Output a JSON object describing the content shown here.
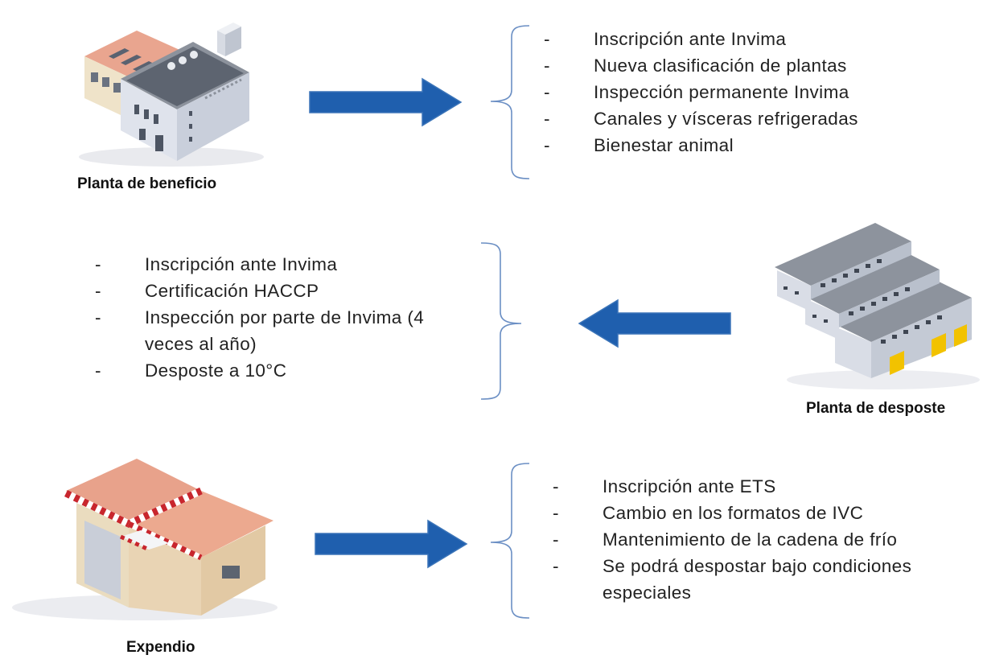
{
  "stages": [
    {
      "caption": "Planta de beneficio",
      "bullet": "-",
      "items": [
        "Inscripción ante Invima",
        "Nueva clasificación de plantas",
        "Inspección permanente Invima",
        "Canales y vísceras refrigeradas",
        "Bienestar animal"
      ]
    },
    {
      "caption": "Planta de desposte",
      "bullet": "-",
      "items": [
        "Inscripción ante Invima",
        "Certificación HACCP",
        "Inspección por parte de Invima (4 veces al año)",
        "Desposte a 10°C"
      ]
    },
    {
      "caption": "Expendio",
      "bullet": "-",
      "items": [
        "Inscripción ante ETS",
        "Cambio en los formatos de IVC",
        "Mantenimiento de la cadena de frío",
        "Se podrá despostar bajo condiciones especiales"
      ]
    }
  ],
  "colors": {
    "arrow": "#1f5fae",
    "arrow_edge": "#3b74b8",
    "brace": "#6b8fc4"
  },
  "icons": [
    "factory-building-icon",
    "warehouse-building-icon",
    "shop-building-icon",
    "right-arrow-icon",
    "left-arrow-icon",
    "brace-icon"
  ]
}
